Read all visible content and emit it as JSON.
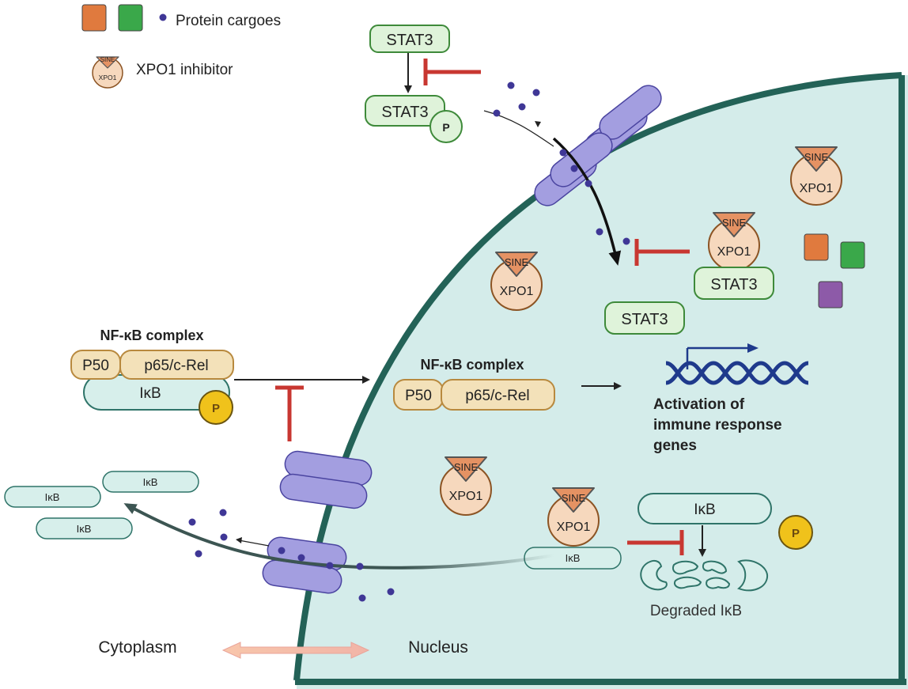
{
  "legend": {
    "protein_cargoes_label": "Protein cargoes",
    "xpo1_inhibitor_label": "XPO1 inhibitor",
    "inhibitor_top": "SINE",
    "inhibitor_bottom": "XPO1"
  },
  "labels": {
    "stat3": "STAT3",
    "phospho": "P",
    "sine": "SINE",
    "xpo1": "XPO1",
    "nfkb_complex": "NF-κB complex",
    "p50": "P50",
    "p65": "p65/c-Rel",
    "ikb": "IκB",
    "activation_line1": "Activation of",
    "activation_line2": "immune response",
    "activation_line3": "genes",
    "degraded": "Degraded IκB",
    "cytoplasm": "Cytoplasm",
    "nucleus": "Nucleus"
  },
  "colors": {
    "nucleus_fill": "#d4ecea",
    "nucleus_border": "#236257",
    "stat3_fill": "#dff3da",
    "stat3_border": "#3e8a3a",
    "nfkb_fill": "#f3e1b9",
    "nfkb_border": "#b8893e",
    "ikb_fill": "#d7efeb",
    "ikb_border": "#2f7469",
    "xpo1_fill": "#f6d8bd",
    "xpo1_border": "#8c5424",
    "sine_fill": "#e59263",
    "phospho_fill": "#f0c21b",
    "pore_fill": "#a39ee0",
    "cargo_dot": "#3f3796",
    "inhibit_red": "#c83731",
    "cargo_orange": "#e07a3e",
    "cargo_green": "#3aa84a",
    "cargo_purple": "#8d5aa8",
    "dna_blue": "#1f3a8c"
  }
}
